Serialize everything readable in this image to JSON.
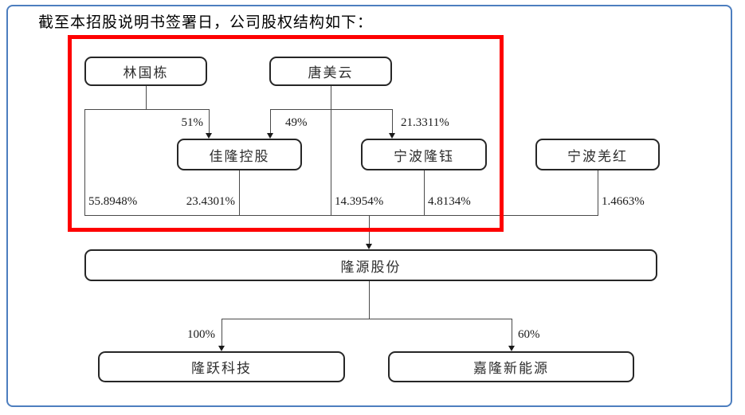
{
  "page": {
    "title": "截至本招股说明书签署日，公司股权结构如下：",
    "border_color": "#4d7ebf",
    "highlight_color": "#fe0000"
  },
  "nodes": [
    {
      "id": "lin-guodong",
      "label": "林国栋"
    },
    {
      "id": "tang-meiyun",
      "label": "唐美云"
    },
    {
      "id": "jialong-holdings",
      "label": "佳隆控股"
    },
    {
      "id": "ningbo-longyu",
      "label": "宁波隆钰"
    },
    {
      "id": "ningbo-qianghong",
      "label": "宁波羌红"
    },
    {
      "id": "longyuan-shares",
      "label": "隆源股份"
    },
    {
      "id": "longyue-tech",
      "label": "隆跃科技"
    },
    {
      "id": "jialong-new-energy",
      "label": "嘉隆新能源"
    }
  ],
  "ownership": {
    "lin_to_jialong": "51%",
    "tang_to_jialong": "49%",
    "tang_to_longyu": "21.3311%",
    "lin_to_longyuan": "55.8948%",
    "jialong_to_longyuan": "23.4301%",
    "tang_to_longyuan": "14.3954%",
    "longyu_to_longyuan": "4.8134%",
    "qianghong_to_longyuan": "1.4663%",
    "longyuan_to_longyue": "100%",
    "longyuan_to_jialongxny": "60%"
  }
}
